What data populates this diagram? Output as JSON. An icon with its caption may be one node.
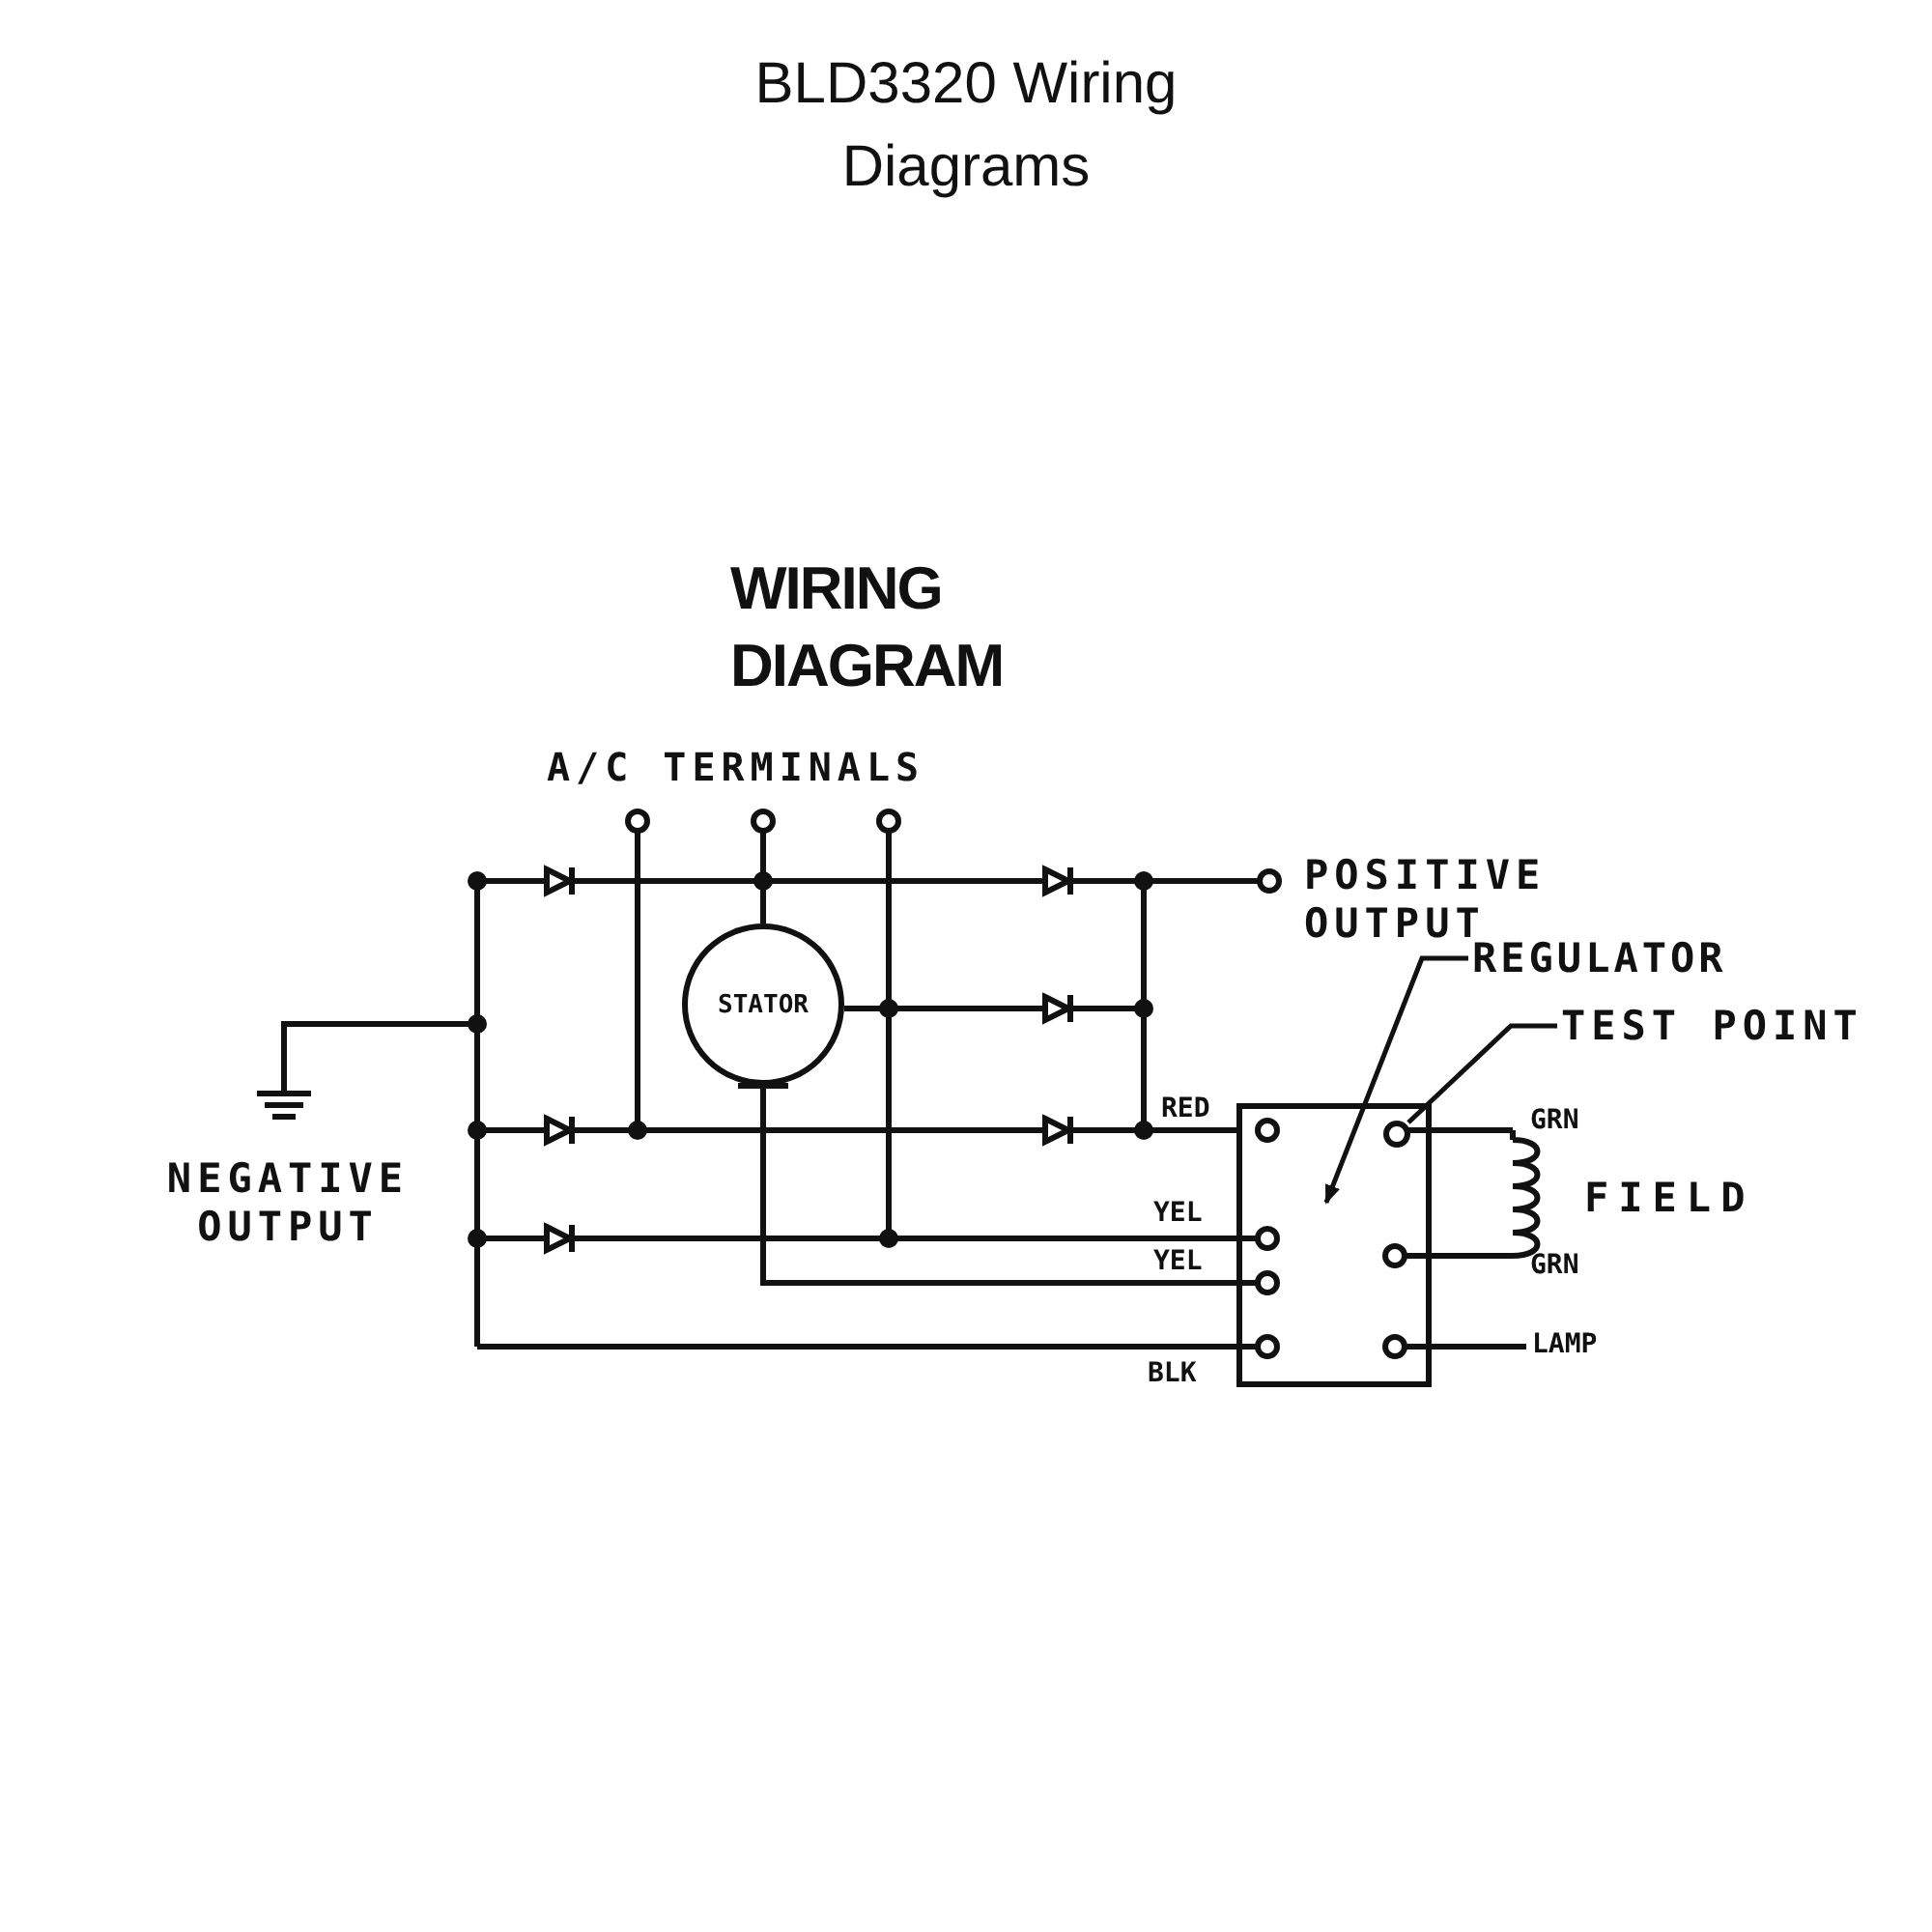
{
  "diagram": {
    "title": "BLD3320 Wiring Diagrams",
    "nodes": [
      {
        "text": [
          "STATOR"
        ]
      },
      {
        "text": [],
        "shape": "box"
      },
      {
        "text": [
          "REGULATOR"
        ]
      },
      {
        "text": [
          "TEST POINT"
        ]
      },
      {
        "text": [],
        "shape": "circle",
        "in": 1
      }
    ],
    "edges": [
      {
        "from": 2,
        "to": 1,
        "arrow": "to"
      },
      {
        "from": 3,
        "to": 4,
        "arrow": "none"
      }
    ],
    "labels": [
      "WIRING DIAGRAM",
      "A/C TERMINALS",
      "POSITIVE OUTPUT",
      "RED",
      "GRN",
      "NEGATIVE OUTPUT",
      "FIELD",
      "YEL",
      "YEL",
      "GRN",
      "LAMP",
      "BLK"
    ]
  }
}
